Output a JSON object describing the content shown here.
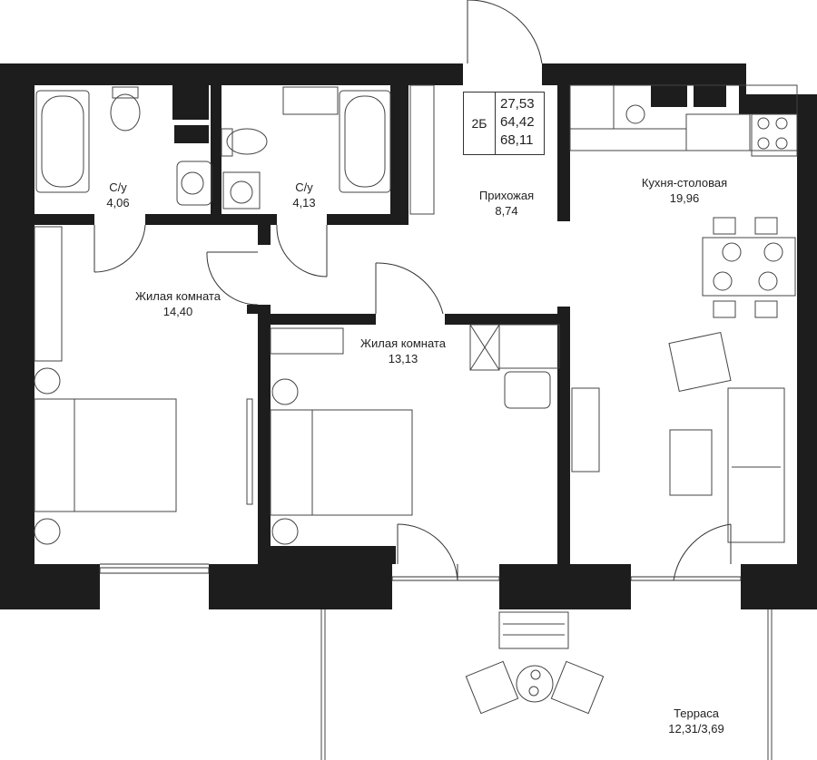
{
  "plan": {
    "apartment": {
      "code": "2Б",
      "areas": [
        "27,53",
        "64,42",
        "68,11"
      ]
    },
    "rooms": [
      {
        "id": "bathroom-1",
        "name": "С/у",
        "area": "4,06"
      },
      {
        "id": "bathroom-2",
        "name": "С/у",
        "area": "4,13"
      },
      {
        "id": "hallway",
        "name": "Прихожая",
        "area": "8,74"
      },
      {
        "id": "kitchen",
        "name": "Кухня-столовая",
        "area": "19,96"
      },
      {
        "id": "living-room-1",
        "name": "Жилая комната",
        "area": "14,40"
      },
      {
        "id": "living-room-2",
        "name": "Жилая комната",
        "area": "13,13"
      },
      {
        "id": "terrace",
        "name": "Терраса",
        "area": "12,31/3,69"
      }
    ],
    "colors": {
      "wall": "#1d1d1d",
      "line": "#333333",
      "background": "#ffffff"
    }
  }
}
